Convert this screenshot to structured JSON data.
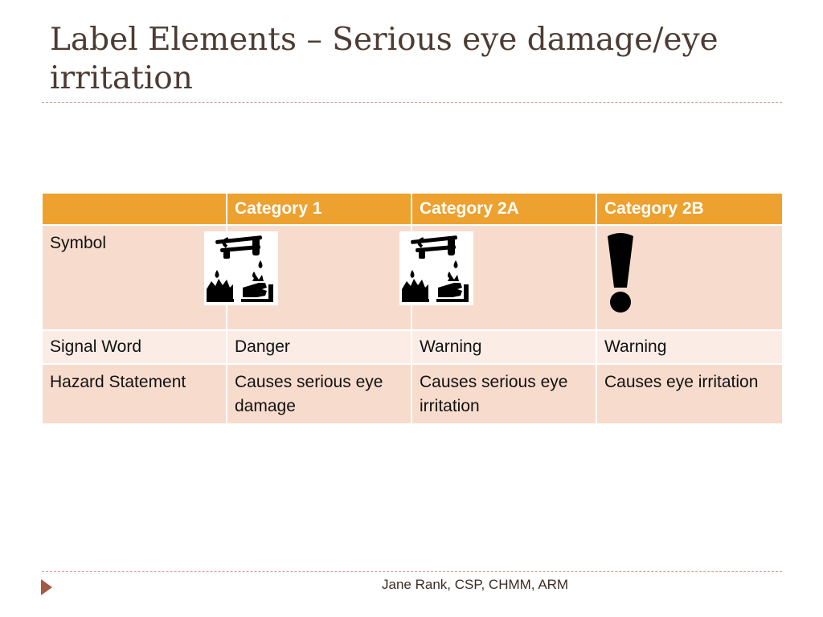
{
  "slide": {
    "title_line1": "Label Elements – Serious eye damage/eye",
    "title_line2": "irritation"
  },
  "table": {
    "headers": [
      "",
      "Category 1",
      "Category 2A",
      "Category 2B"
    ],
    "rows": {
      "symbol": {
        "label": "Symbol",
        "pictograms": [
          "corrosion-icon",
          "corrosion-icon",
          "exclamation-mark-icon"
        ]
      },
      "signal_word": {
        "label": "Signal Word",
        "values": [
          "Danger",
          "Warning",
          "Warning"
        ]
      },
      "hazard_statement": {
        "label": "Hazard Statement",
        "values": [
          "Causes serious eye damage",
          "Causes serious eye irritation",
          "Causes eye irritation"
        ]
      }
    }
  },
  "footer": {
    "author": "Jane Rank, CSP, CHMM, ARM"
  },
  "colors": {
    "header_fill": "#eda12f",
    "row_fill_dark": "#f7dccd",
    "row_fill_light": "#fbece5",
    "title_text": "#4d3c33",
    "accent_arrow": "#a35a45",
    "rule": "#d9a09c"
  }
}
